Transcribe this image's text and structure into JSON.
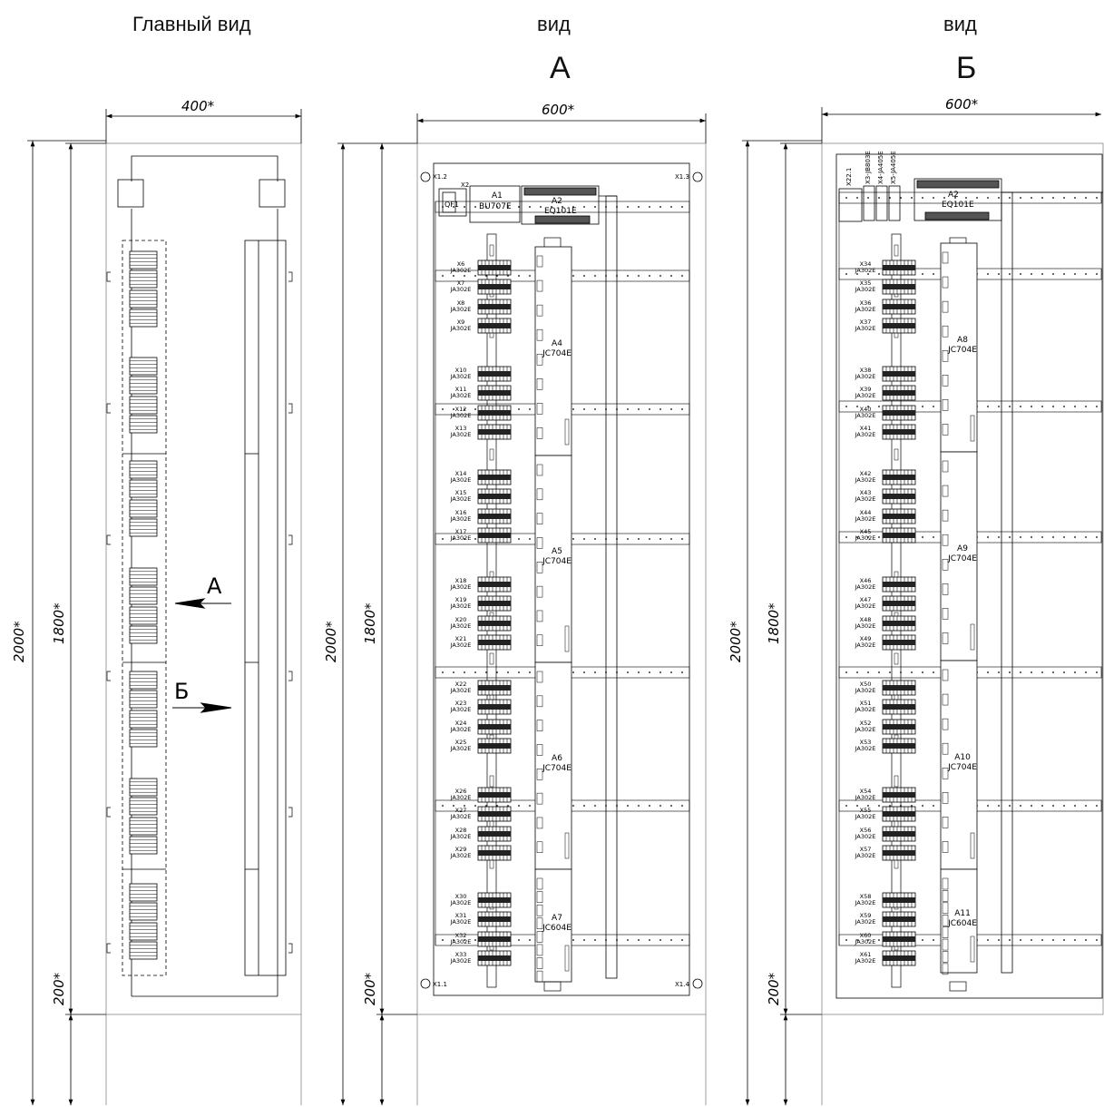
{
  "headers": {
    "main_view": "Главный вид",
    "view_a": "вид",
    "view_a_letter": "А",
    "view_b": "вид",
    "view_b_letter": "Б"
  },
  "dims": {
    "d400": "400*",
    "d600a": "600*",
    "d600b": "600*",
    "d2000": "2000*",
    "d1800": "1800*",
    "d200": "200*"
  },
  "arrows": {
    "a": "А",
    "b": "Б"
  },
  "panel_a": {
    "corners": [
      "X1.2",
      "X1.3",
      "X1.1",
      "X1.4"
    ],
    "top": {
      "qf": "QF1",
      "x2": "X2",
      "a1": [
        "A1",
        "BU707E"
      ],
      "a2": [
        "A2",
        "EQ101E"
      ]
    },
    "terminals": [
      [
        "X6",
        "JA302E"
      ],
      [
        "X7",
        "JA302E"
      ],
      [
        "X8",
        "JA302E"
      ],
      [
        "X9",
        "JA302E"
      ],
      [
        "X10",
        "JA302E"
      ],
      [
        "X11",
        "JA302E"
      ],
      [
        "X12",
        "JA302E"
      ],
      [
        "X13",
        "JA302E"
      ],
      [
        "X14",
        "JA302E"
      ],
      [
        "X15",
        "JA302E"
      ],
      [
        "X16",
        "JA302E"
      ],
      [
        "X17",
        "JA302E"
      ],
      [
        "X18",
        "JA302E"
      ],
      [
        "X19",
        "JA302E"
      ],
      [
        "X20",
        "JA302E"
      ],
      [
        "X21",
        "JA302E"
      ],
      [
        "X22",
        "JA302E"
      ],
      [
        "X23",
        "JA302E"
      ],
      [
        "X24",
        "JA302E"
      ],
      [
        "X25",
        "JA302E"
      ],
      [
        "X26",
        "JA302E"
      ],
      [
        "X27",
        "JA302E"
      ],
      [
        "X28",
        "JA302E"
      ],
      [
        "X29",
        "JA302E"
      ],
      [
        "X30",
        "JA302E"
      ],
      [
        "X31",
        "JA302E"
      ],
      [
        "X32",
        "JA302E"
      ],
      [
        "X33",
        "JA302E"
      ]
    ],
    "modules": [
      [
        "A4",
        "JC704E"
      ],
      [
        "A5",
        "JC704E"
      ],
      [
        "A6",
        "JC704E"
      ],
      [
        "A7",
        "JC604E"
      ]
    ]
  },
  "panel_b": {
    "top": {
      "x22": "X22.1",
      "x3": "X3-JB803E",
      "x4": "X4-JA405E",
      "x5": "X5-JA405E",
      "a2": [
        "A2",
        "EQ101E"
      ]
    },
    "terminals": [
      [
        "X34",
        "JA302E"
      ],
      [
        "X35",
        "JA302E"
      ],
      [
        "X36",
        "JA302E"
      ],
      [
        "X37",
        "JA302E"
      ],
      [
        "X38",
        "JA302E"
      ],
      [
        "X39",
        "JA302E"
      ],
      [
        "X40",
        "JA302E"
      ],
      [
        "X41",
        "JA302E"
      ],
      [
        "X42",
        "JA302E"
      ],
      [
        "X43",
        "JA302E"
      ],
      [
        "X44",
        "JA302E"
      ],
      [
        "X45",
        "JA302E"
      ],
      [
        "X46",
        "JA302E"
      ],
      [
        "X47",
        "JA302E"
      ],
      [
        "X48",
        "JA302E"
      ],
      [
        "X49",
        "JA302E"
      ],
      [
        "X50",
        "JA302E"
      ],
      [
        "X51",
        "JA302E"
      ],
      [
        "X52",
        "JA302E"
      ],
      [
        "X53",
        "JA302E"
      ],
      [
        "X54",
        "JA302E"
      ],
      [
        "X55",
        "JA302E"
      ],
      [
        "X56",
        "JA302E"
      ],
      [
        "X57",
        "JA302E"
      ],
      [
        "X58",
        "JA302E"
      ],
      [
        "X59",
        "JA302E"
      ],
      [
        "X60",
        "JA302E"
      ],
      [
        "X61",
        "JA302E"
      ]
    ],
    "modules": [
      [
        "A8",
        "JC704E"
      ],
      [
        "A9",
        "JC704E"
      ],
      [
        "A10",
        "JC704E"
      ],
      [
        "A11",
        "JC604E"
      ]
    ]
  }
}
